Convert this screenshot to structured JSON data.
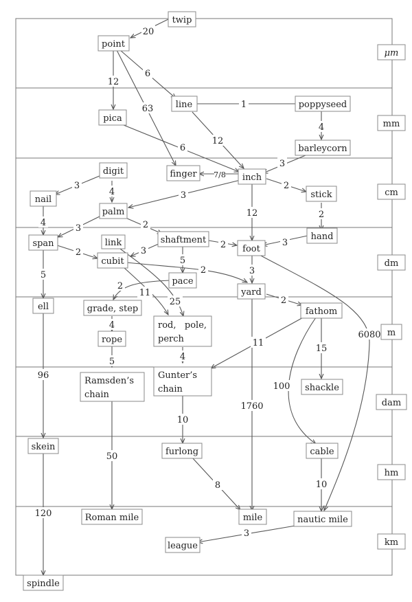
{
  "units": [
    "μm",
    "mm",
    "cm",
    "dm",
    "m",
    "dam",
    "hm",
    "km"
  ],
  "nodes": {
    "twip": [
      "twip"
    ],
    "point": [
      "point"
    ],
    "line": [
      "line"
    ],
    "poppyseed": [
      "poppyseed"
    ],
    "pica": [
      "pica"
    ],
    "barleycorn": [
      "barleycorn"
    ],
    "digit": [
      "digit"
    ],
    "finger": [
      "finger"
    ],
    "inch": [
      "inch"
    ],
    "nail": [
      "nail"
    ],
    "stick": [
      "stick"
    ],
    "palm": [
      "palm"
    ],
    "span": [
      "span"
    ],
    "link": [
      "link"
    ],
    "shaftment": [
      "shaftment"
    ],
    "foot": [
      "foot"
    ],
    "hand": [
      "hand"
    ],
    "cubit": [
      "cubit"
    ],
    "pace": [
      "pace"
    ],
    "yard": [
      "yard"
    ],
    "ell": [
      "ell"
    ],
    "grade": [
      "grade, step"
    ],
    "fathom": [
      "fathom"
    ],
    "rod": [
      "rod,   pole,",
      "perch"
    ],
    "rope": [
      "rope"
    ],
    "ramsden": [
      "Ramsden’s",
      "chain"
    ],
    "gunter": [
      "Gunter’s",
      "chain"
    ],
    "shackle": [
      "shackle"
    ],
    "skein": [
      "skein"
    ],
    "furlong": [
      "furlong"
    ],
    "cable": [
      "cable"
    ],
    "romanmile": [
      "Roman mile"
    ],
    "mile": [
      "mile"
    ],
    "nauticmile": [
      "nautic mile"
    ],
    "league": [
      "league"
    ],
    "spindle": [
      "spindle"
    ]
  },
  "edge_labels": {
    "twip_point": "20",
    "point_pica": "12",
    "point_line": "6",
    "point_finger": "63",
    "line_poppyseed": "1",
    "poppyseed_barleycorn": "4",
    "line_inch": "12",
    "pica_inch": "6",
    "barleycorn_inch": "3",
    "inch_finger": "7/8",
    "inch_stick": "2",
    "inch_foot": "12",
    "inch_palm": "3",
    "digit_nail": "3",
    "digit_palm": "4",
    "stick_hand": "2",
    "palm_span": "3",
    "palm_shaftment": "2",
    "nail_span": "4",
    "hand_foot": "3",
    "shaftment_foot": "2",
    "shaftment_cubit": "3",
    "shaftment_pace": "5",
    "span_cubit": "2",
    "span_ell": "5",
    "link_rod": "25",
    "cubit_yard": "2",
    "cubit_gunter": "11",
    "foot_yard": "3",
    "foot_nauticmile": "6080",
    "pace_grade": "2",
    "yard_fathom": "2",
    "yard_mile": "1760",
    "grade_rope": "4",
    "rope_ramsden": "5",
    "rod_gunter": "4",
    "fathom_gunter": "11",
    "fathom_shackle": "15",
    "fathom_cable": "100",
    "ell_skein": "96",
    "ramsden_romanmile": "50",
    "gunter_furlong": "10",
    "furlong_mile": "8",
    "cable_nauticmile": "10",
    "skein_spindle": "120",
    "nauticmile_league": "3"
  }
}
